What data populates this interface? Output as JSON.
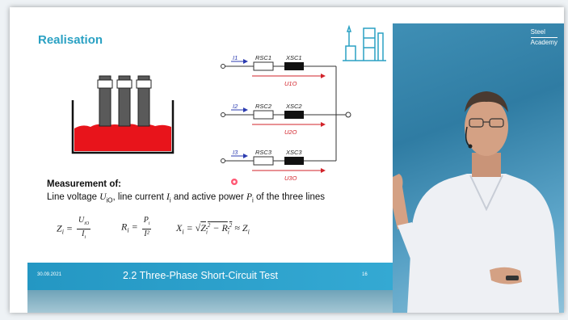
{
  "slide": {
    "title": "Realisation",
    "measurement_title": "Measurement of:",
    "measurement_text_parts": [
      "Line voltage ",
      "U",
      "iO",
      ", line current ",
      "I",
      "i",
      " and active power ",
      "P",
      "i",
      " of the three lines"
    ]
  },
  "circuit": {
    "lines": [
      {
        "current": "I1",
        "r_label": "RSC1",
        "x_label": "XSC1",
        "u_label": "U1O"
      },
      {
        "current": "I2",
        "r_label": "RSC2",
        "x_label": "XSC2",
        "u_label": "U2O"
      },
      {
        "current": "I3",
        "r_label": "RSC3",
        "x_label": "XSC3",
        "u_label": "U3O"
      }
    ]
  },
  "formulas": {
    "z_lhs": "Z",
    "z_num": "U",
    "z_num_sub": "iO",
    "z_den": "I",
    "r_lhs": "R",
    "r_num": "P",
    "r_den": "I²",
    "x_expr": "X"
  },
  "footer": {
    "date": "30.09.2021",
    "title": "2.2 Three-Phase Short-Circuit Test",
    "page": "16"
  },
  "brand": {
    "line1": "Steel",
    "line2": "Academy"
  },
  "colors": {
    "accent": "#2aa1c3",
    "footer": "#2497c3",
    "melt": "#e8141b",
    "arrow_blue": "#2b3bb0",
    "arrow_red": "#d2232a"
  }
}
